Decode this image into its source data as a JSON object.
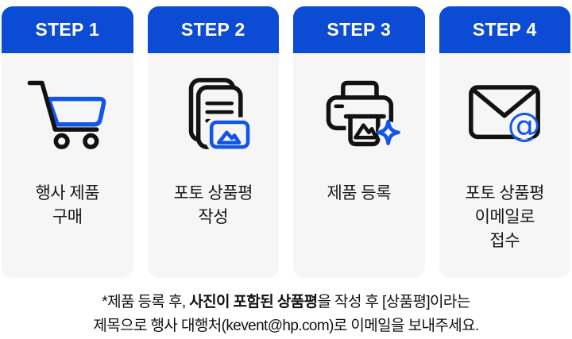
{
  "colors": {
    "header_blue": "#0c4cd4",
    "icon_blue": "#1255eb",
    "icon_black": "#121212",
    "card_bg": "#f6f6f7",
    "page_bg": "#ffffff",
    "text_black": "#161616"
  },
  "steps": [
    {
      "label": "STEP 1",
      "caption": "행사 제품\n구매",
      "icon": "shopping-cart-icon"
    },
    {
      "label": "STEP 2",
      "caption": "포토 상품평\n작성",
      "icon": "photo-review-documents-icon"
    },
    {
      "label": "STEP 3",
      "caption": "제품 등록",
      "icon": "printer-photo-icon"
    },
    {
      "label": "STEP 4",
      "caption": "포토 상품평\n이메일로\n접수",
      "icon": "email-at-icon"
    }
  ],
  "footnote": {
    "line1_prefix": "*제품 등록 후, ",
    "line1_bold": "사진이 포함된 상품평",
    "line1_suffix": "을 작성 후 [상품평]이라는",
    "line2": "제목으로 행사 대행처(kevent@hp.com)로 이메일을 보내주세요."
  }
}
